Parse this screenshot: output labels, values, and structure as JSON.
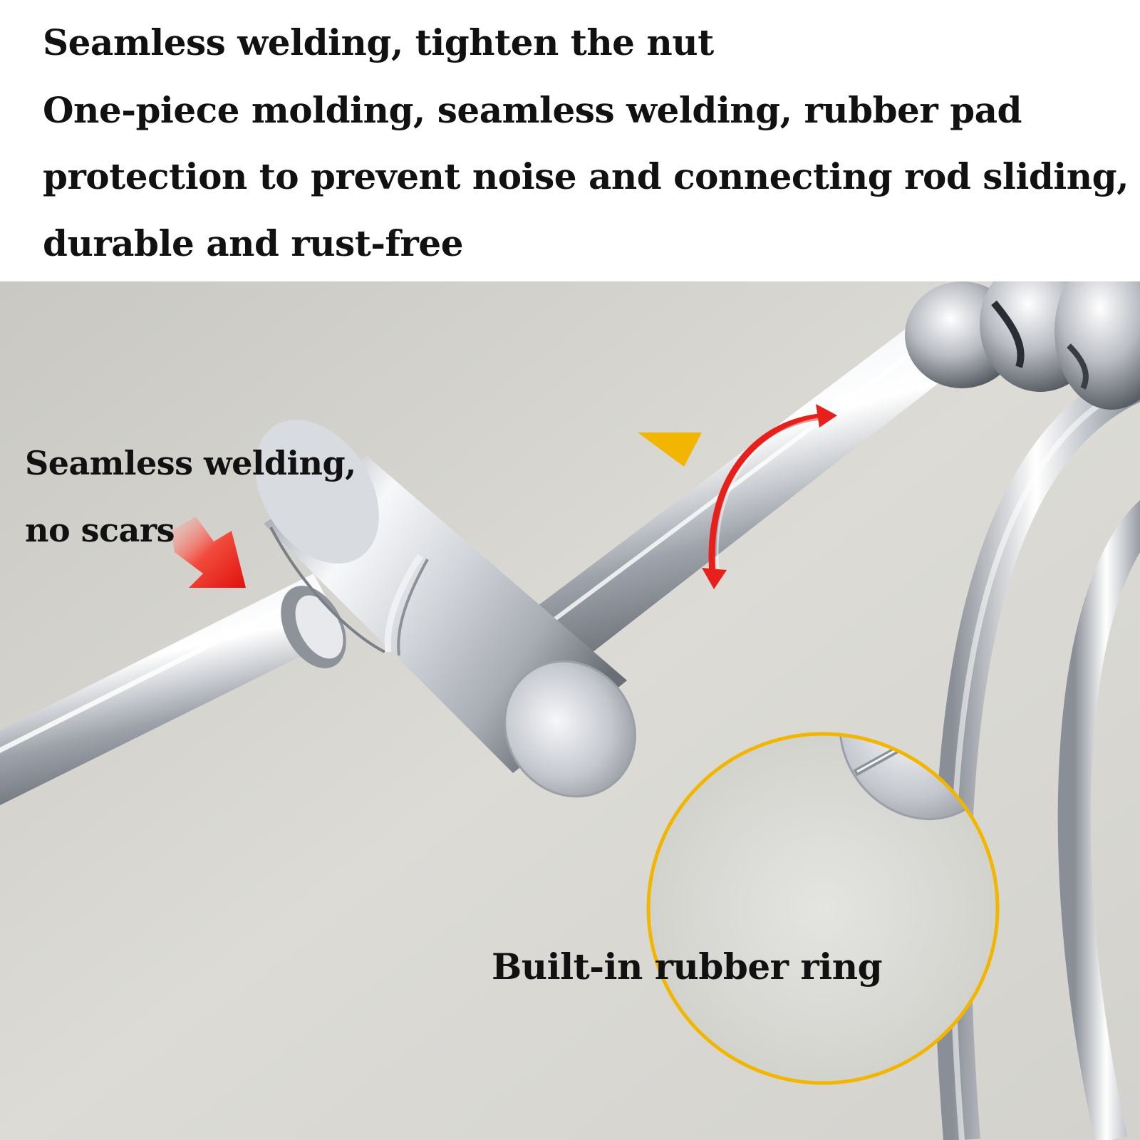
{
  "header": {
    "lines": [
      "Seamless welding, tighten the nut",
      "One-piece molding, seamless welding, rubber pad",
      "protection to prevent noise and connecting rod sliding,",
      "durable and rust-free"
    ]
  },
  "photo": {
    "callout_weld_line1": "Seamless welding,",
    "callout_weld_line2": "no scars",
    "callout_ring": "Built-in rubber ring",
    "colors": {
      "background": "#d9d8d3",
      "chrome_light": "#ffffff",
      "chrome_mid": "#c9ccd2",
      "chrome_dark": "#7d828a",
      "arrow": "#e8201c",
      "magnifier_border": "#f2b600"
    },
    "icons": [
      "red-arrow-icon",
      "rotation-arrow-icon"
    ]
  }
}
